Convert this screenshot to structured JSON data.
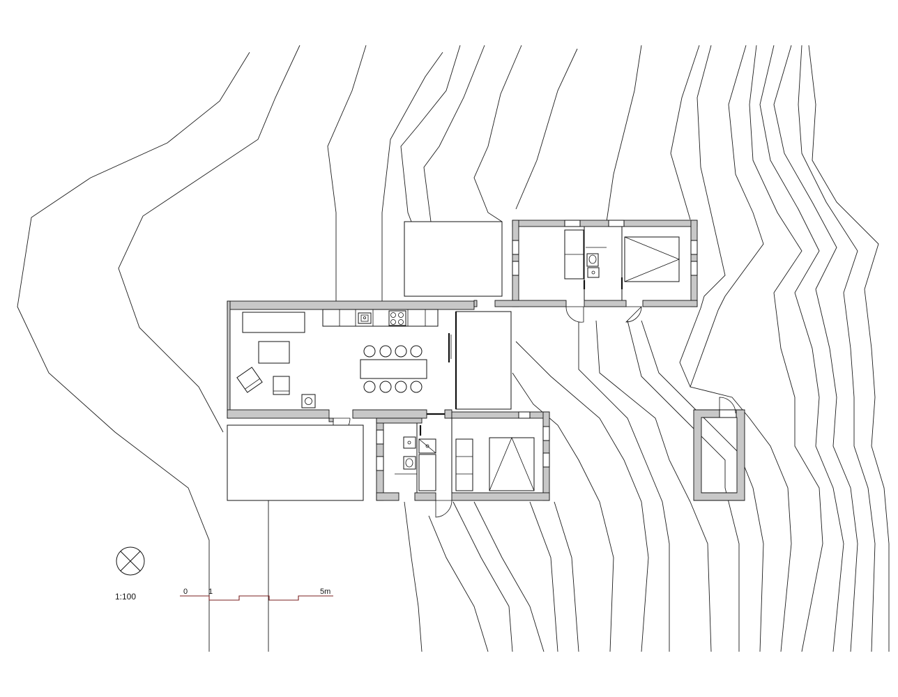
{
  "drawing": {
    "scale_ratio": "1:100",
    "scale_bar": {
      "labels": [
        "0",
        "1",
        "5m"
      ]
    },
    "north_symbol": "north-arrow-circle-icon"
  },
  "colors": {
    "wall_fill": "#c8c8c8",
    "line": "#111111",
    "scale_bar": "#7a1f1f"
  }
}
